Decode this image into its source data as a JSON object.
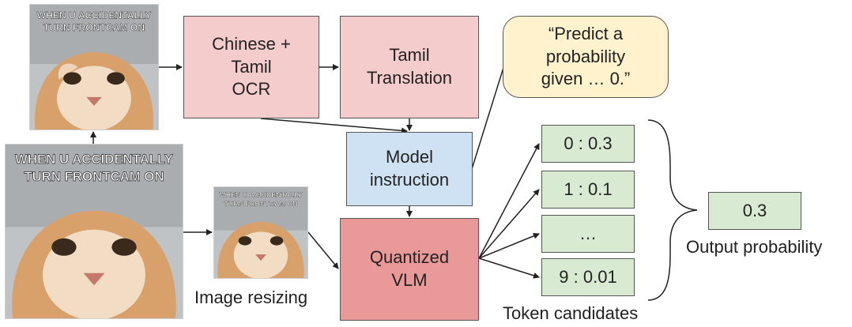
{
  "images": {
    "meme_text_line1": "WHEN U ACCIDENTALLY",
    "meme_text_line2": "TURN FRONTCAM ON",
    "resize_caption": "Image resizing"
  },
  "boxes": {
    "ocr": "Chinese +\nTamil\nOCR",
    "translation": "Tamil\nTranslation",
    "prompt": "“Predict a\nprobability\ngiven … 0.”",
    "instruction": "Model\ninstruction",
    "vlm": "Quantized\nVLM",
    "output": "0.3"
  },
  "tokens": {
    "items": [
      "0 : 0.3",
      "1 : 0.1",
      "…",
      "9 : 0.01"
    ],
    "caption": "Token candidates"
  },
  "output_caption": "Output probability",
  "colors": {
    "pink": "#f4cccc",
    "blue": "#cfe2f3",
    "red": "#ea9999",
    "green": "#d9ead3",
    "yellow": "#fff2cc"
  }
}
